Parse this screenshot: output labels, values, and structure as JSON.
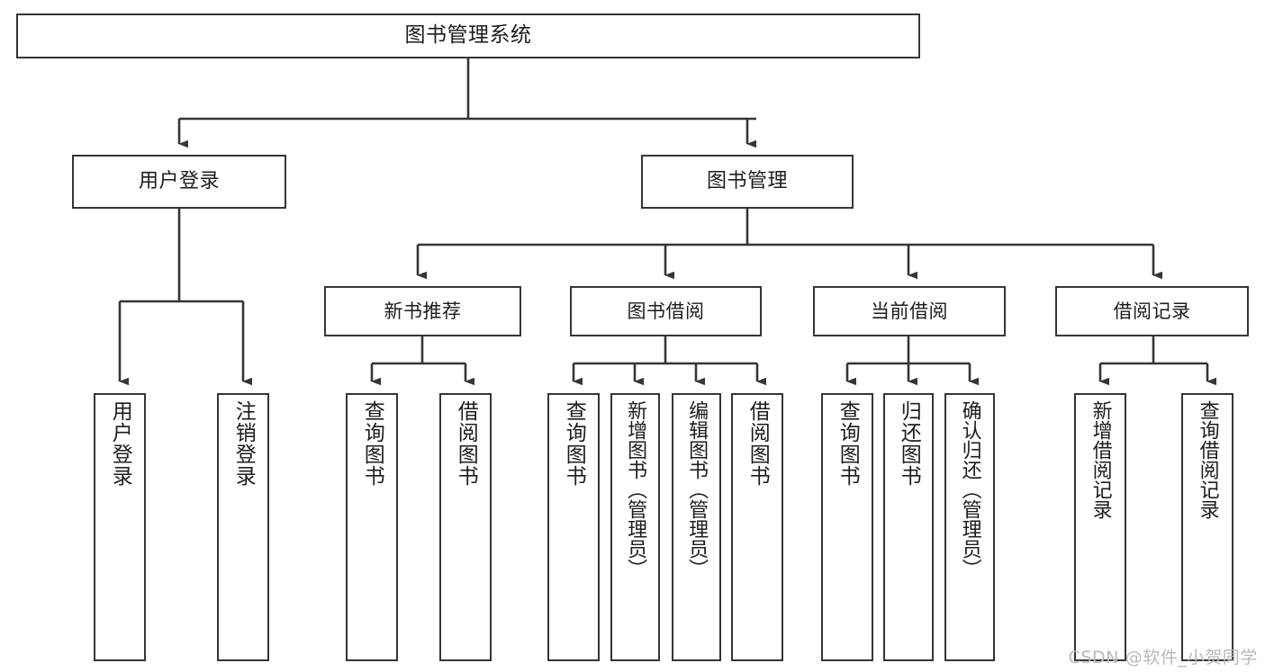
{
  "diagram": {
    "title": "图书管理系统",
    "type": "functional-structure-tree",
    "line_color": "#35353a",
    "box_fill": "#ffffff",
    "text_color": "#1d1d1f",
    "root": {
      "label": "图书管理系统"
    },
    "level2": [
      {
        "label": "用户登录"
      },
      {
        "label": "图书管理"
      }
    ],
    "level3": [
      {
        "label": "新书推荐"
      },
      {
        "label": "图书借阅"
      },
      {
        "label": "当前借阅"
      },
      {
        "label": "借阅记录"
      }
    ],
    "leaves": [
      {
        "label": "用户登录",
        "parent": "用户登录"
      },
      {
        "label": "注销登录",
        "parent": "用户登录"
      },
      {
        "label": "查询图书",
        "parent": "新书推荐"
      },
      {
        "label": "借阅图书",
        "parent": "新书推荐"
      },
      {
        "label": "查询图书",
        "parent": "图书借阅"
      },
      {
        "label": "新增图书（管理员）",
        "parent": "图书借阅"
      },
      {
        "label": "编辑图书（管理员）",
        "parent": "图书借阅"
      },
      {
        "label": "借阅图书",
        "parent": "图书借阅"
      },
      {
        "label": "查询图书",
        "parent": "当前借阅"
      },
      {
        "label": "归还图书",
        "parent": "当前借阅"
      },
      {
        "label": "确认归还（管理员）",
        "parent": "当前借阅"
      },
      {
        "label": "新增借阅记录",
        "parent": "借阅记录"
      },
      {
        "label": "查询借阅记录",
        "parent": "借阅记录"
      }
    ]
  },
  "watermark": {
    "text": "CSDN @软件_小贺同学"
  }
}
